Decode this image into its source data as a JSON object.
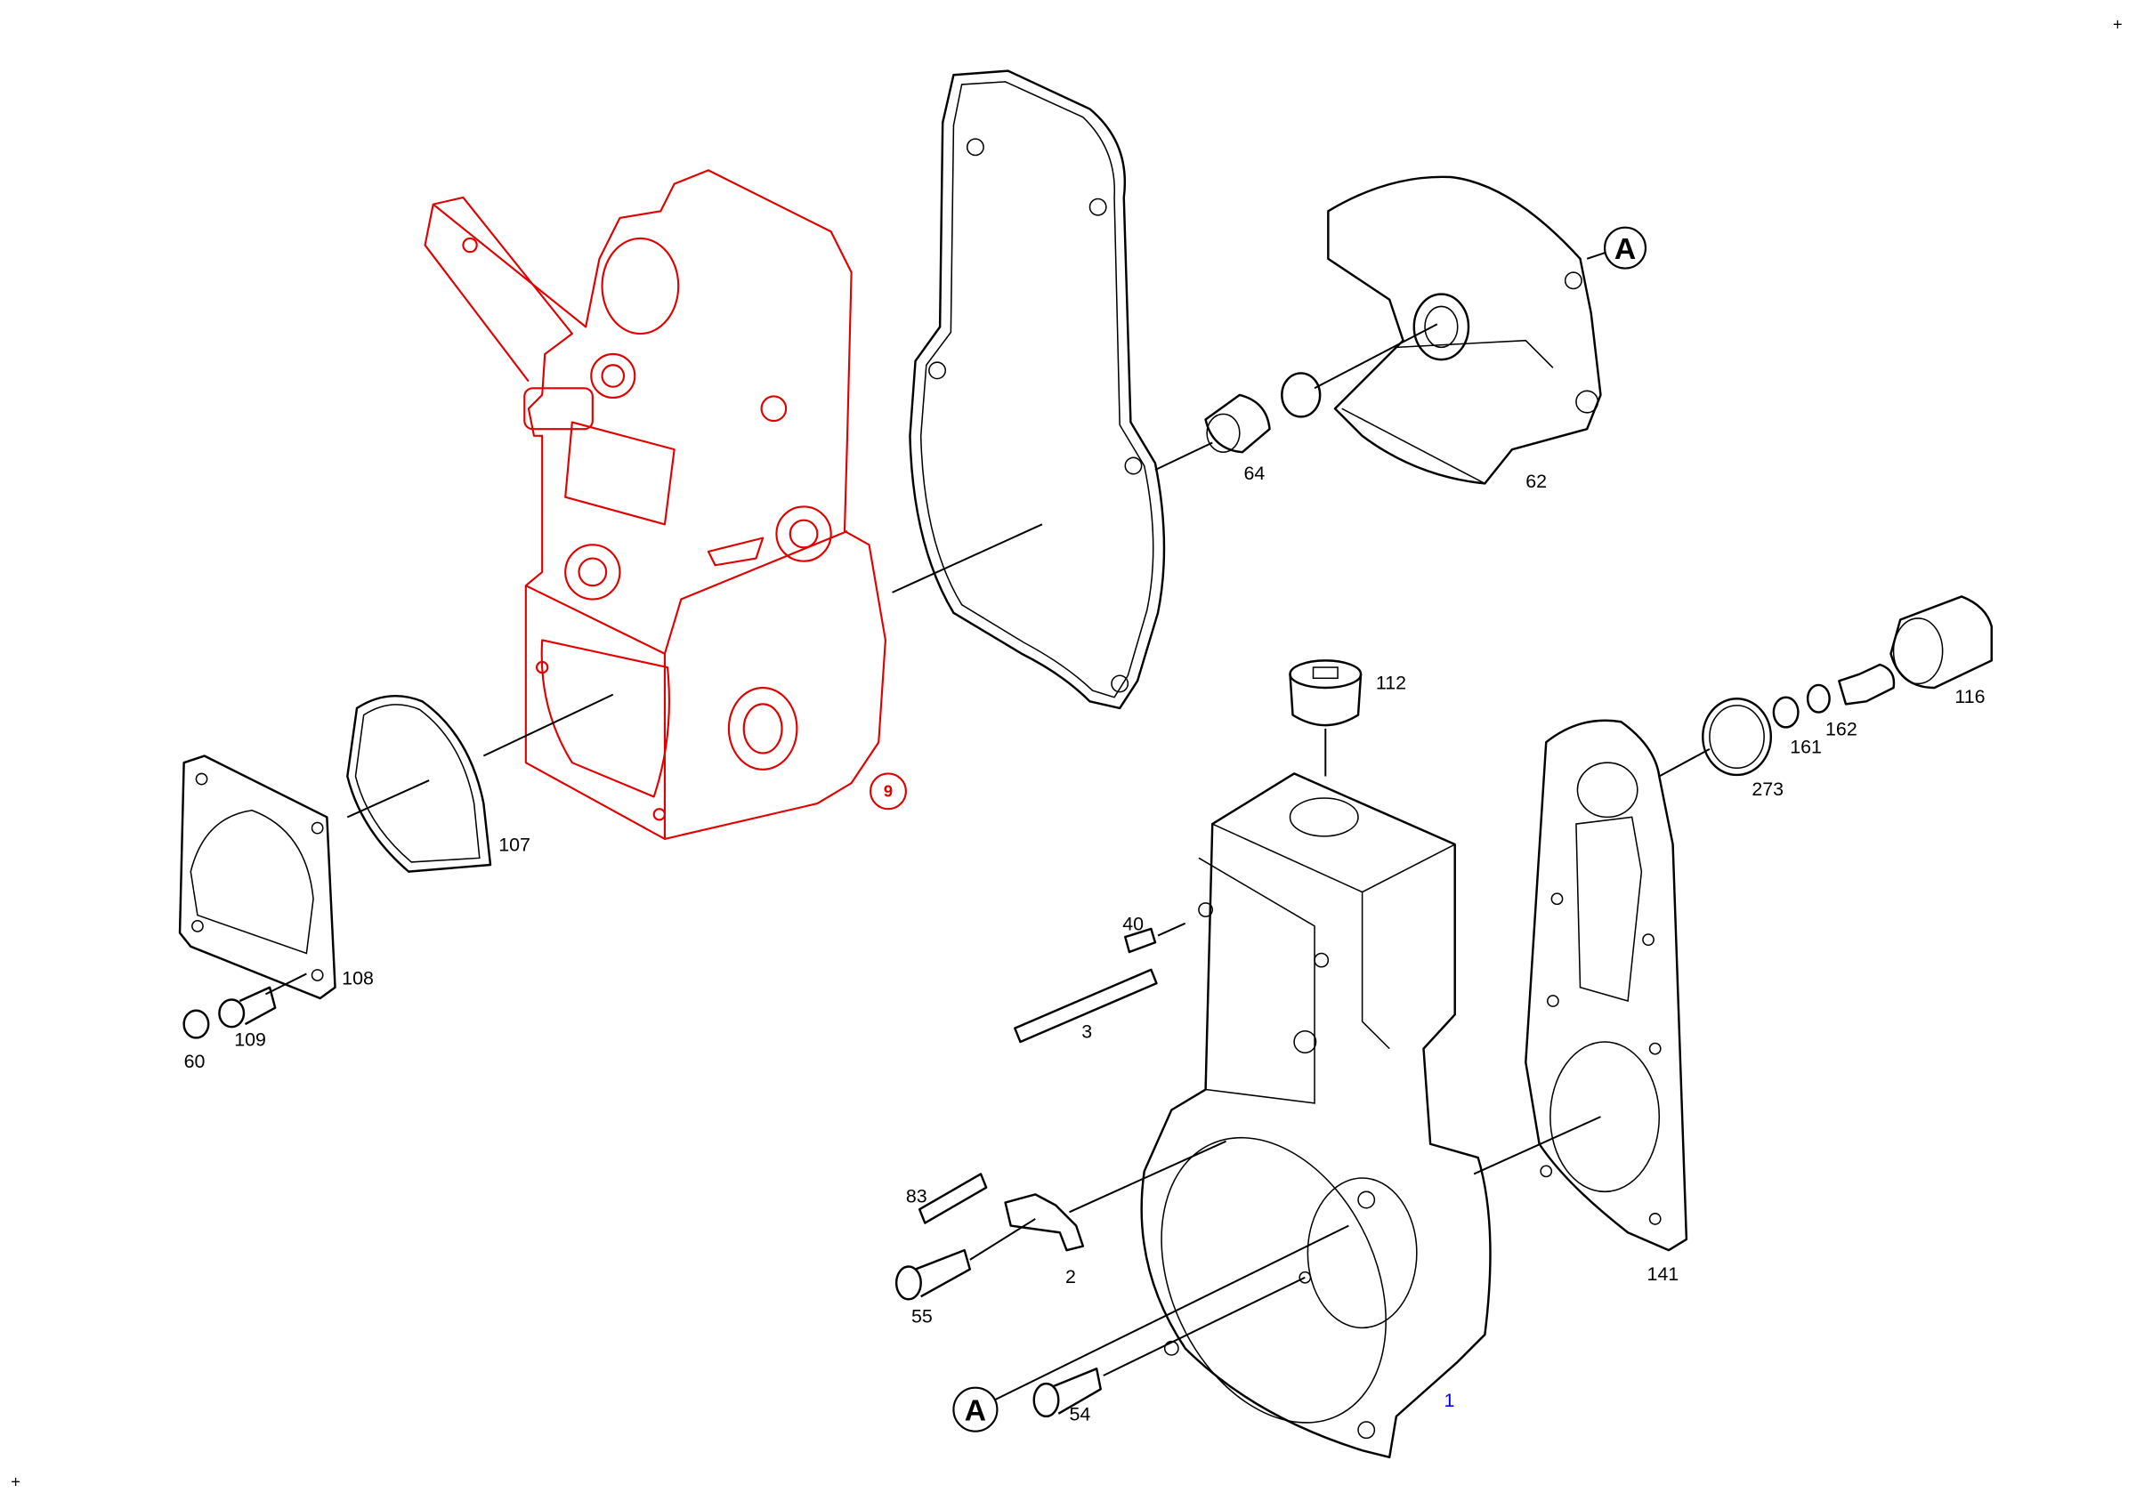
{
  "colors": {
    "selected": "#e00000",
    "line": "#000000",
    "highlight_label": "#0000ee"
  },
  "corner_marks": [
    "+",
    "+"
  ],
  "references": {
    "a_top": "A",
    "a_bottom": "A"
  },
  "selected_part": "9",
  "labels": {
    "p64": "64",
    "p62": "62",
    "p112": "112",
    "p116": "116",
    "p162": "162",
    "p161": "161",
    "p273": "273",
    "p107": "107",
    "p108": "108",
    "p109": "109",
    "p60": "60",
    "p40": "40",
    "p3": "3",
    "p83": "83",
    "p2": "2",
    "p55": "55",
    "p141": "141",
    "p54": "54",
    "p1": "1"
  }
}
